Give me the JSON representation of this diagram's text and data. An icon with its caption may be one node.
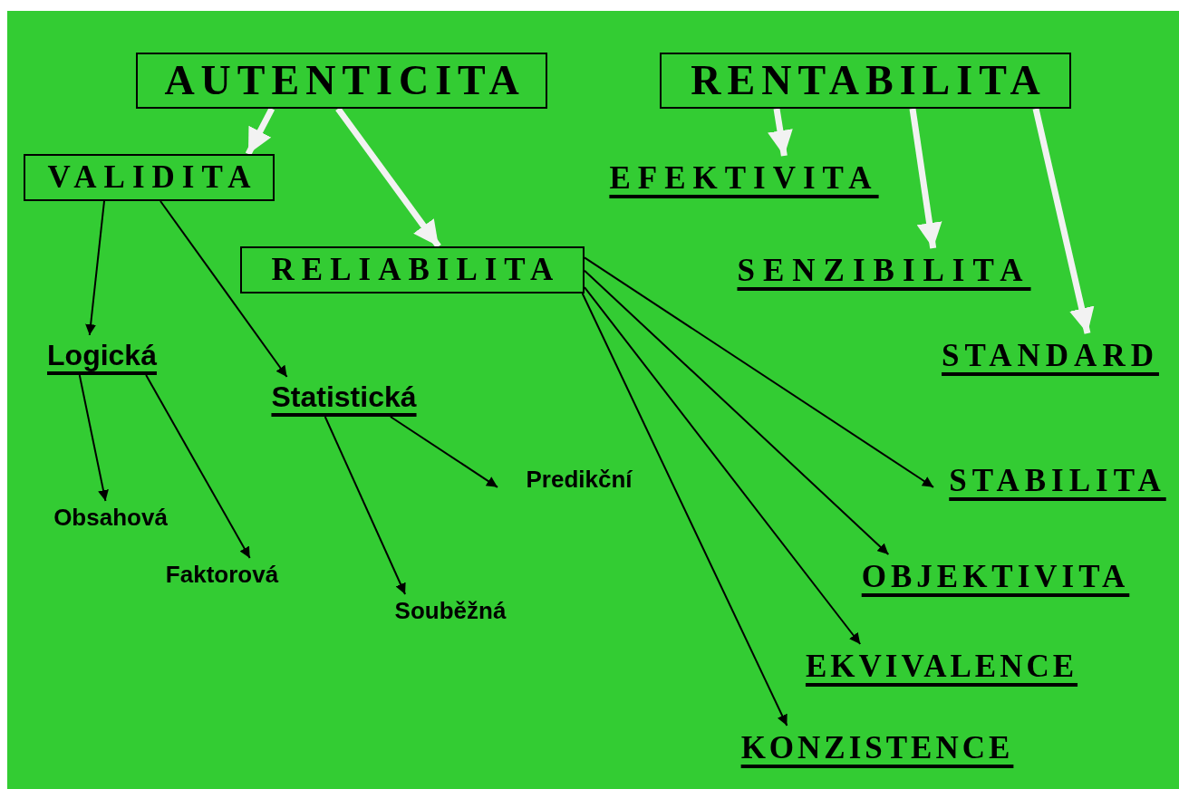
{
  "diagram": {
    "nodes": [
      {
        "text": [
          "AUTENTICITA"
        ]
      },
      {
        "text": [
          "RENTABILITA"
        ]
      },
      {
        "text": [
          "VALIDITA"
        ]
      },
      {
        "text": [
          "RELIABILITA"
        ]
      },
      {
        "text": [
          "EFEKTIVITA"
        ]
      },
      {
        "text": [
          "SENZIBILITA"
        ]
      },
      {
        "text": [
          "STANDARD"
        ]
      },
      {
        "text": [
          "Logická"
        ]
      },
      {
        "text": [
          "Statistická"
        ]
      },
      {
        "text": [
          "Obsahová"
        ]
      },
      {
        "text": [
          "Faktorová"
        ]
      },
      {
        "text": [
          "Predikční"
        ]
      },
      {
        "text": [
          "Souběžná"
        ]
      },
      {
        "text": [
          "STABILITA"
        ]
      },
      {
        "text": [
          "OBJEKTIVITA"
        ]
      },
      {
        "text": [
          "EKVIVALENCE"
        ]
      },
      {
        "text": [
          "KONZISTENCE"
        ]
      }
    ],
    "edges": [
      {
        "from": 0,
        "to": 2,
        "arrow": "to",
        "style": "thick",
        "color": "#f2f2f2"
      },
      {
        "from": 0,
        "to": 3,
        "arrow": "to",
        "style": "thick",
        "color": "#f2f2f2"
      },
      {
        "from": 1,
        "to": 4,
        "arrow": "to",
        "style": "thick",
        "color": "#f2f2f2"
      },
      {
        "from": 1,
        "to": 5,
        "arrow": "to",
        "style": "thick",
        "color": "#f2f2f2"
      },
      {
        "from": 1,
        "to": 6,
        "arrow": "to",
        "style": "thick",
        "color": "#f2f2f2"
      },
      {
        "from": 2,
        "to": 7,
        "arrow": "to"
      },
      {
        "from": 2,
        "to": 8,
        "arrow": "to"
      },
      {
        "from": 7,
        "to": 9,
        "arrow": "to"
      },
      {
        "from": 7,
        "to": 10,
        "arrow": "to"
      },
      {
        "from": 8,
        "to": 12,
        "arrow": "to"
      },
      {
        "from": 8,
        "to": 11,
        "arrow": "to"
      },
      {
        "from": 3,
        "to": 13,
        "arrow": "to"
      },
      {
        "from": 3,
        "to": 14,
        "arrow": "to"
      },
      {
        "from": 3,
        "to": 15,
        "arrow": "to"
      },
      {
        "from": 3,
        "to": 16,
        "arrow": "to"
      }
    ]
  }
}
